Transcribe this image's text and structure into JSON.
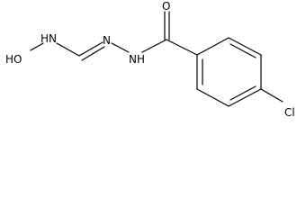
{
  "molecule": {
    "atoms": {
      "hydroxyl": "HO",
      "nh_amine": "N",
      "nh_amine_h": "H",
      "imine_n": "N",
      "hydrazide_n": "N",
      "hydrazide_h": "H",
      "carbonyl_o": "O",
      "chlorine": "Cl"
    },
    "colors": {
      "bond": "#000000",
      "label": "#000000",
      "background": "#ffffff"
    }
  }
}
